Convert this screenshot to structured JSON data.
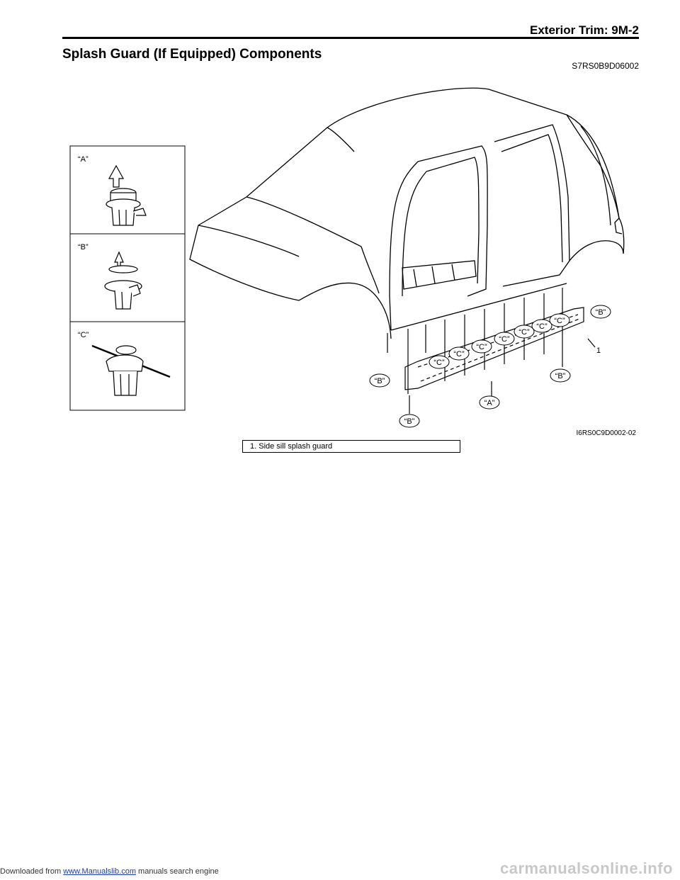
{
  "header": {
    "title": "Exterior Trim:    9M-2"
  },
  "section": {
    "title": "Splash Guard (If Equipped) Components",
    "code": "S7RS0B9D06002"
  },
  "figure": {
    "id": "I6RS0C9D0002-02",
    "panel_labels": {
      "a": "“A”",
      "b": "“B”",
      "c": "“C”"
    },
    "callouts": {
      "b": "“B”",
      "a": "“A”",
      "c": "“C”",
      "one": "1"
    }
  },
  "legend": {
    "item1": "1.   Side sill splash guard"
  },
  "footer": {
    "prefix": "Downloaded from ",
    "link": "www.Manualslib.com",
    "suffix": "  manuals search engine"
  },
  "watermark": "carmanualsonline.info"
}
